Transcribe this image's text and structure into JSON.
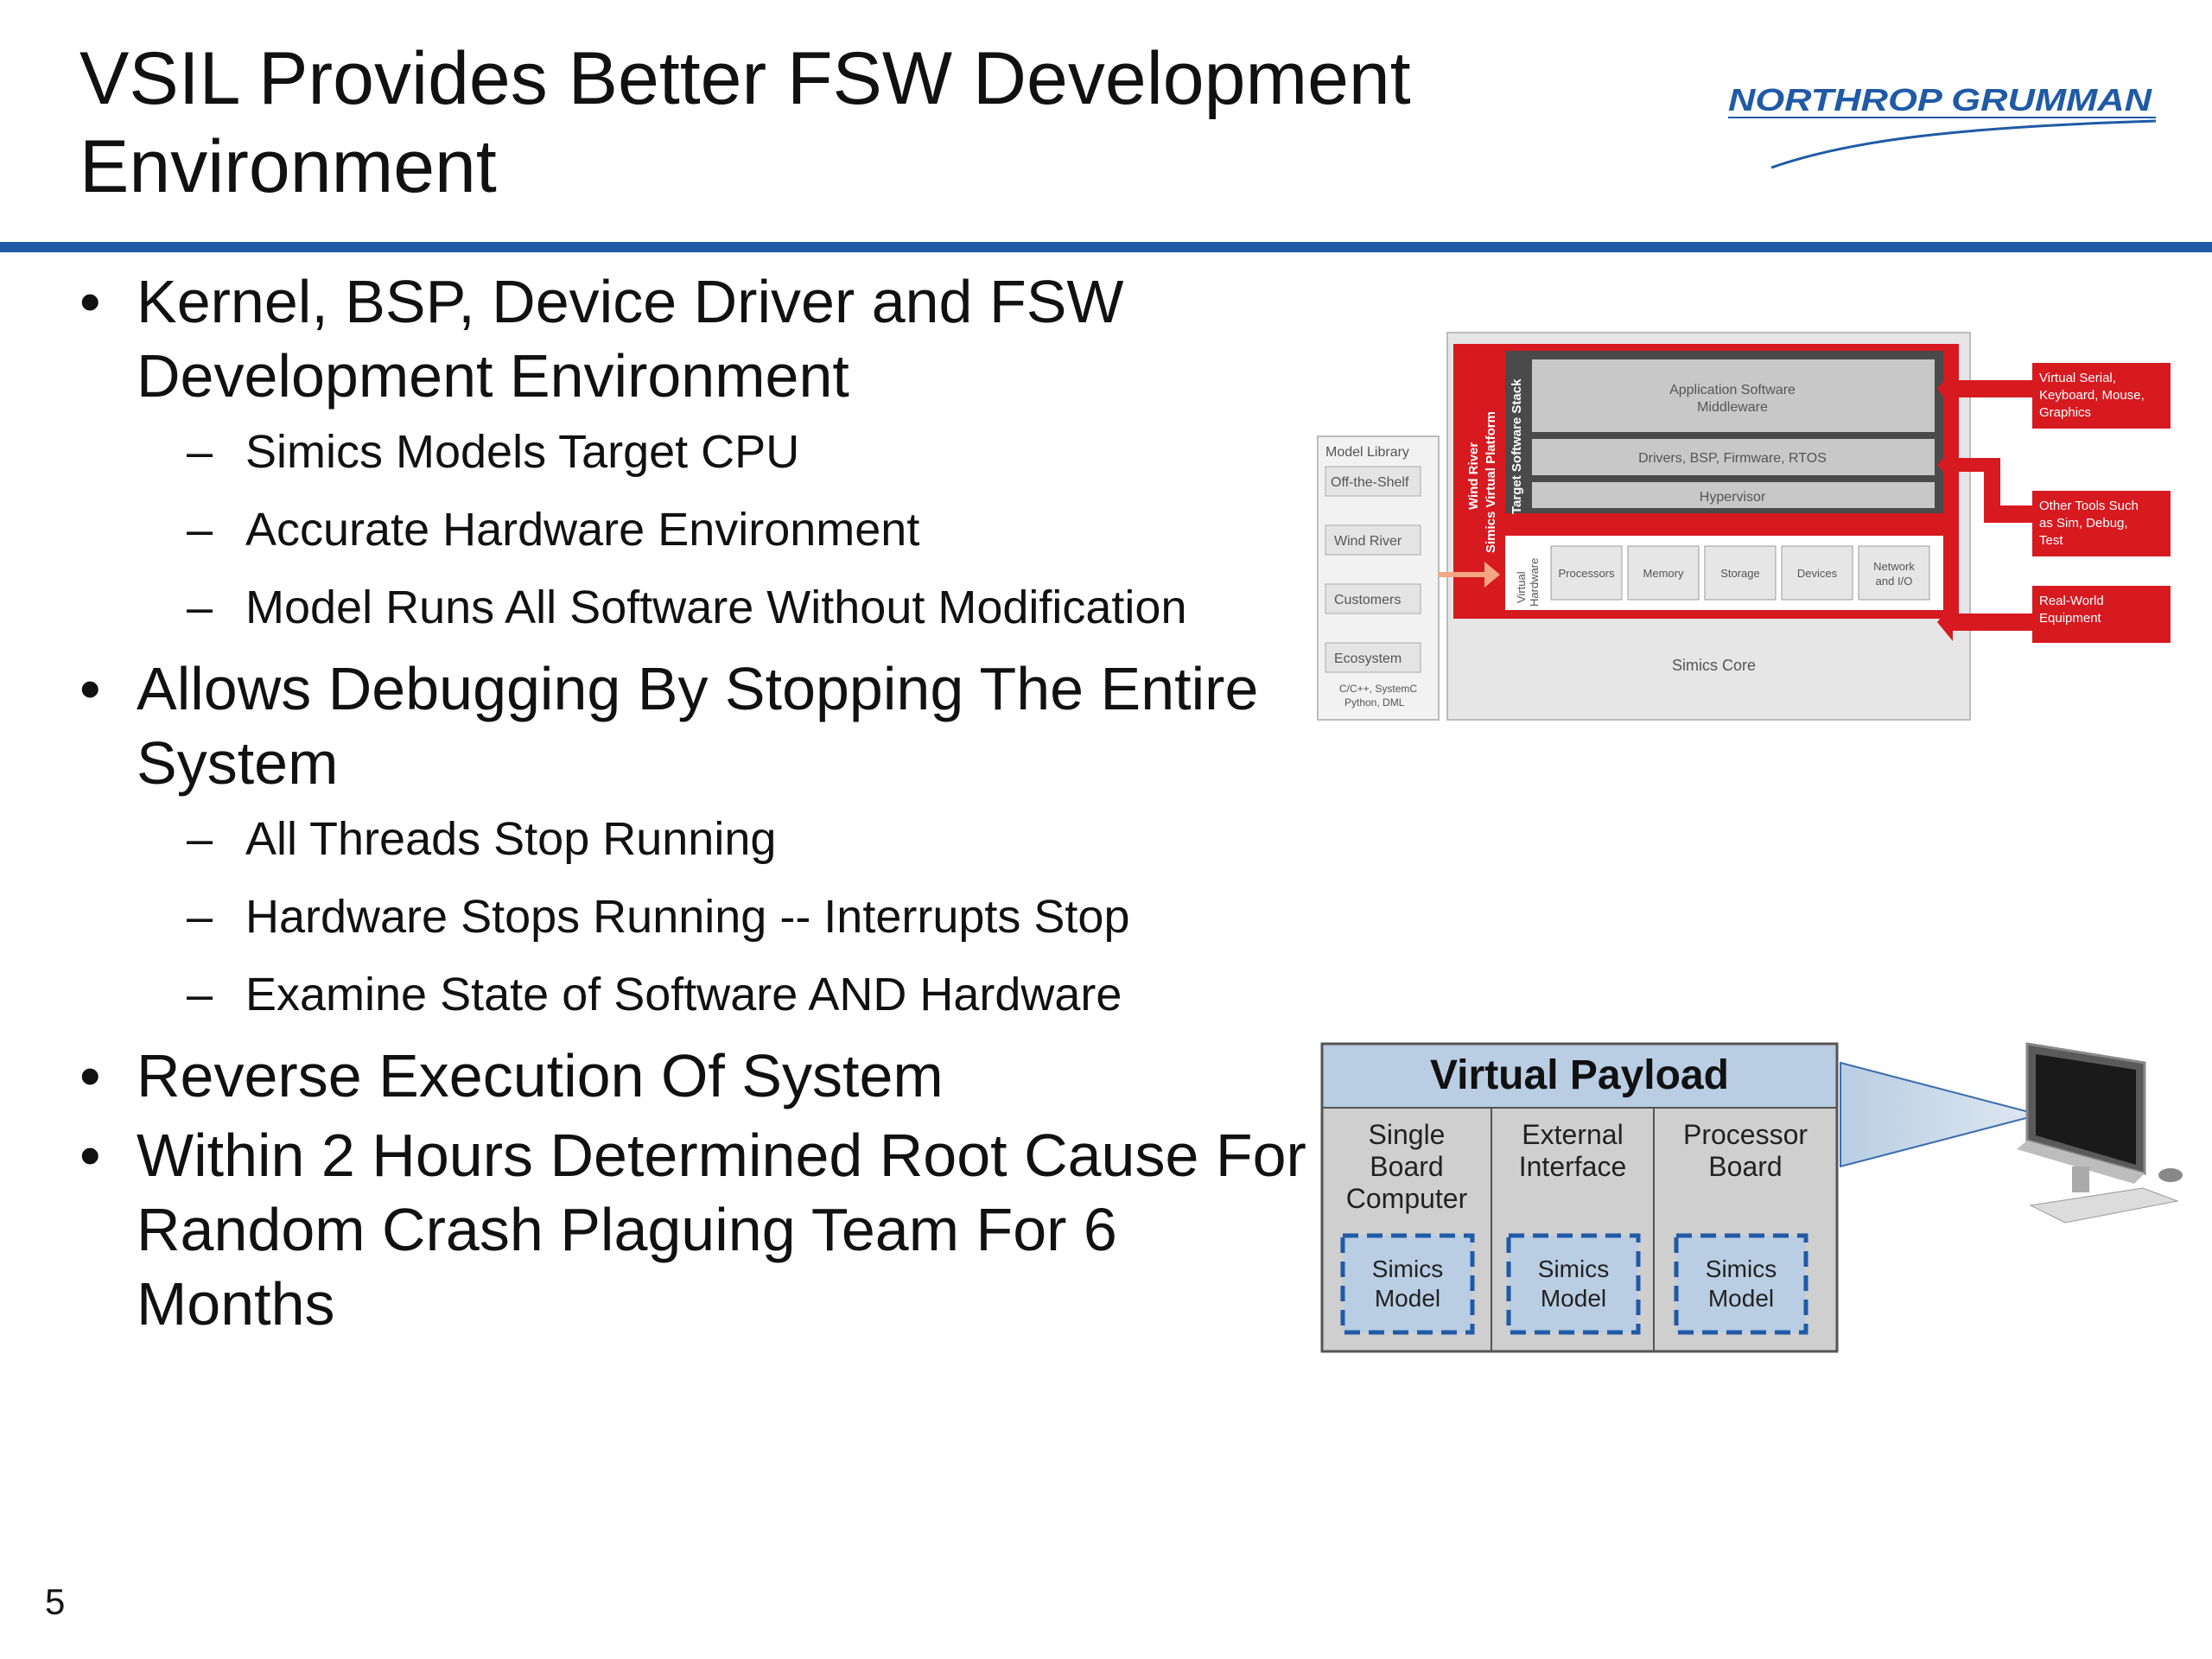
{
  "slide": {
    "title": "VSIL Provides Better FSW Development Environment",
    "logo_text": "NORTHROP GRUMMAN",
    "page_number": "5",
    "accent_color": "#1f5aa6"
  },
  "bullets": [
    {
      "text": "Kernel, BSP, Device Driver and FSW Development Environment",
      "sub": [
        "Simics Models Target CPU",
        "Accurate Hardware Environment",
        "Model Runs All Software Without Modification"
      ]
    },
    {
      "text": "Allows Debugging By Stopping The Entire System",
      "sub": [
        "All Threads Stop Running",
        "Hardware Stops Running -- Interrupts Stop",
        "Examine State of Software AND Hardware"
      ]
    },
    {
      "text": "Reverse Execution Of System",
      "sub": []
    },
    {
      "text": "Within 2 Hours Determined Root Cause For Random Crash Plaguing Team For 6 Months",
      "sub": []
    }
  ],
  "arch": {
    "model_library": "Model Library",
    "library_items": [
      "Off-the-Shelf",
      "Wind River",
      "Customers",
      "Ecosystem"
    ],
    "library_langs_1": "C/C++, SystemC",
    "library_langs_2": "Python, DML",
    "platform_label_1": "Wind River",
    "platform_label_2": "Simics Virtual Platform",
    "stack_label": "Target Software Stack",
    "layer_app_1": "Application Software",
    "layer_app_2": "Middleware",
    "layer_drivers": "Drivers, BSP, Firmware, RTOS",
    "layer_hypervisor": "Hypervisor",
    "vhw_label_1": "Virtual",
    "vhw_label_2": "Hardware",
    "hw_items": [
      "Processors",
      "Memory",
      "Storage",
      "Devices"
    ],
    "hw_network_1": "Network",
    "hw_network_2": "and I/O",
    "core_label": "Simics Core",
    "side_1": [
      "Virtual Serial,",
      "Keyboard, Mouse,",
      "Graphics"
    ],
    "side_2": [
      "Other Tools Such",
      "as Sim, Debug,",
      "Test"
    ],
    "side_3": [
      "Real-World",
      "Equipment"
    ],
    "red": "#d71920"
  },
  "payload": {
    "title": "Virtual Payload",
    "col1": [
      "Single",
      "Board",
      "Computer"
    ],
    "col2": [
      "External",
      "Interface"
    ],
    "col3": [
      "Processor",
      "Board"
    ],
    "model_line1": "Simics",
    "model_line2": "Model"
  }
}
